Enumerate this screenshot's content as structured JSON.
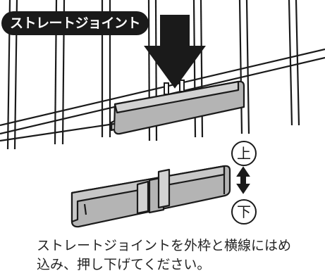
{
  "title_badge": "ストレートジョイント",
  "label_top": "上",
  "label_bottom": "下",
  "caption": {
    "line1": "ストレートジョイントを外枠と横線にはめ",
    "line2": "込み、押し下げてください。"
  },
  "colors": {
    "part_fill": "#b4b4b4",
    "outline": "#1a1a1a",
    "background": "#ffffff"
  }
}
